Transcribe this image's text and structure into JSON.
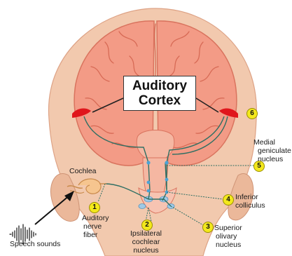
{
  "title": {
    "line1": "Auditory",
    "line2": "Cortex"
  },
  "labels": {
    "cochlea": "Cochlea",
    "medial_geniculate": [
      "Medial",
      "geniculate",
      "nucleus"
    ],
    "inferior_colliculus": [
      "Inferior",
      "colliculus"
    ],
    "auditory_nerve": [
      "Auditory",
      "nerve",
      "fiber"
    ],
    "ipsilateral_cochlear": [
      "Ipsilateral",
      "cochlear",
      "nucleus"
    ],
    "superior_olivary": [
      "Superior",
      "olivary",
      "nucleus"
    ],
    "speech_sounds": "Speech sounds"
  },
  "markers": {
    "m1": "1",
    "m2": "2",
    "m3": "3",
    "m4": "4",
    "m5": "5",
    "m6": "6"
  },
  "colors": {
    "skin": "#f2c9ae",
    "skin_shadow": "#e3ab8c",
    "brain": "#f39b86",
    "brain_fold": "#d76a55",
    "brainstem": "#f5b7a2",
    "cortex_highlight": "#e0161c",
    "pathway": "#2f6f63",
    "nucleus_dot": "#4aa3d6",
    "marker_fill": "#f3e81c"
  }
}
